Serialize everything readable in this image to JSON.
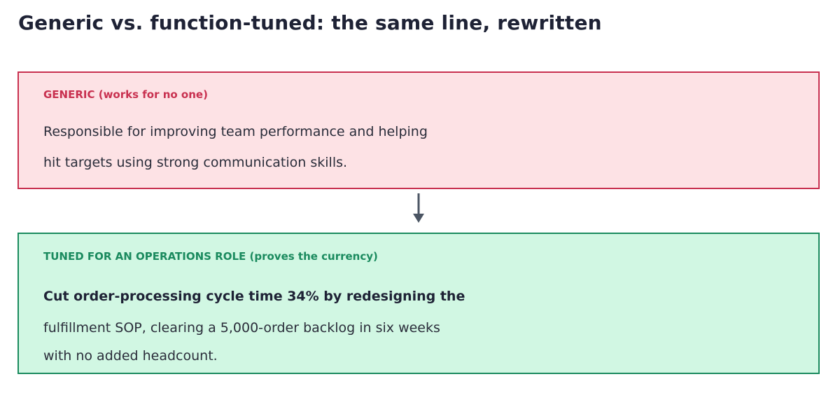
{
  "title": "Generic vs. function-tuned: the same line, rewritten",
  "generic": {
    "label": "GENERIC  (works for no one)",
    "lines": [
      "Responsible for improving team performance and helping",
      "hit targets using strong communication skills."
    ]
  },
  "tuned": {
    "label": "TUNED FOR AN OPERATIONS ROLE  (proves the currency)",
    "lines": [
      "Cut order-processing cycle time 34% by redesigning the",
      "fulfillment SOP, clearing a 5,000-order backlog in six weeks",
      "with no added headcount."
    ]
  },
  "colors": {
    "generic_border": "#c8304f",
    "generic_fill": "#fde2e5",
    "tuned_border": "#1a8a5e",
    "tuned_fill": "#d1f7e3",
    "arrow": "#4b5563"
  },
  "icons": {
    "connector": "arrow-down-icon"
  }
}
